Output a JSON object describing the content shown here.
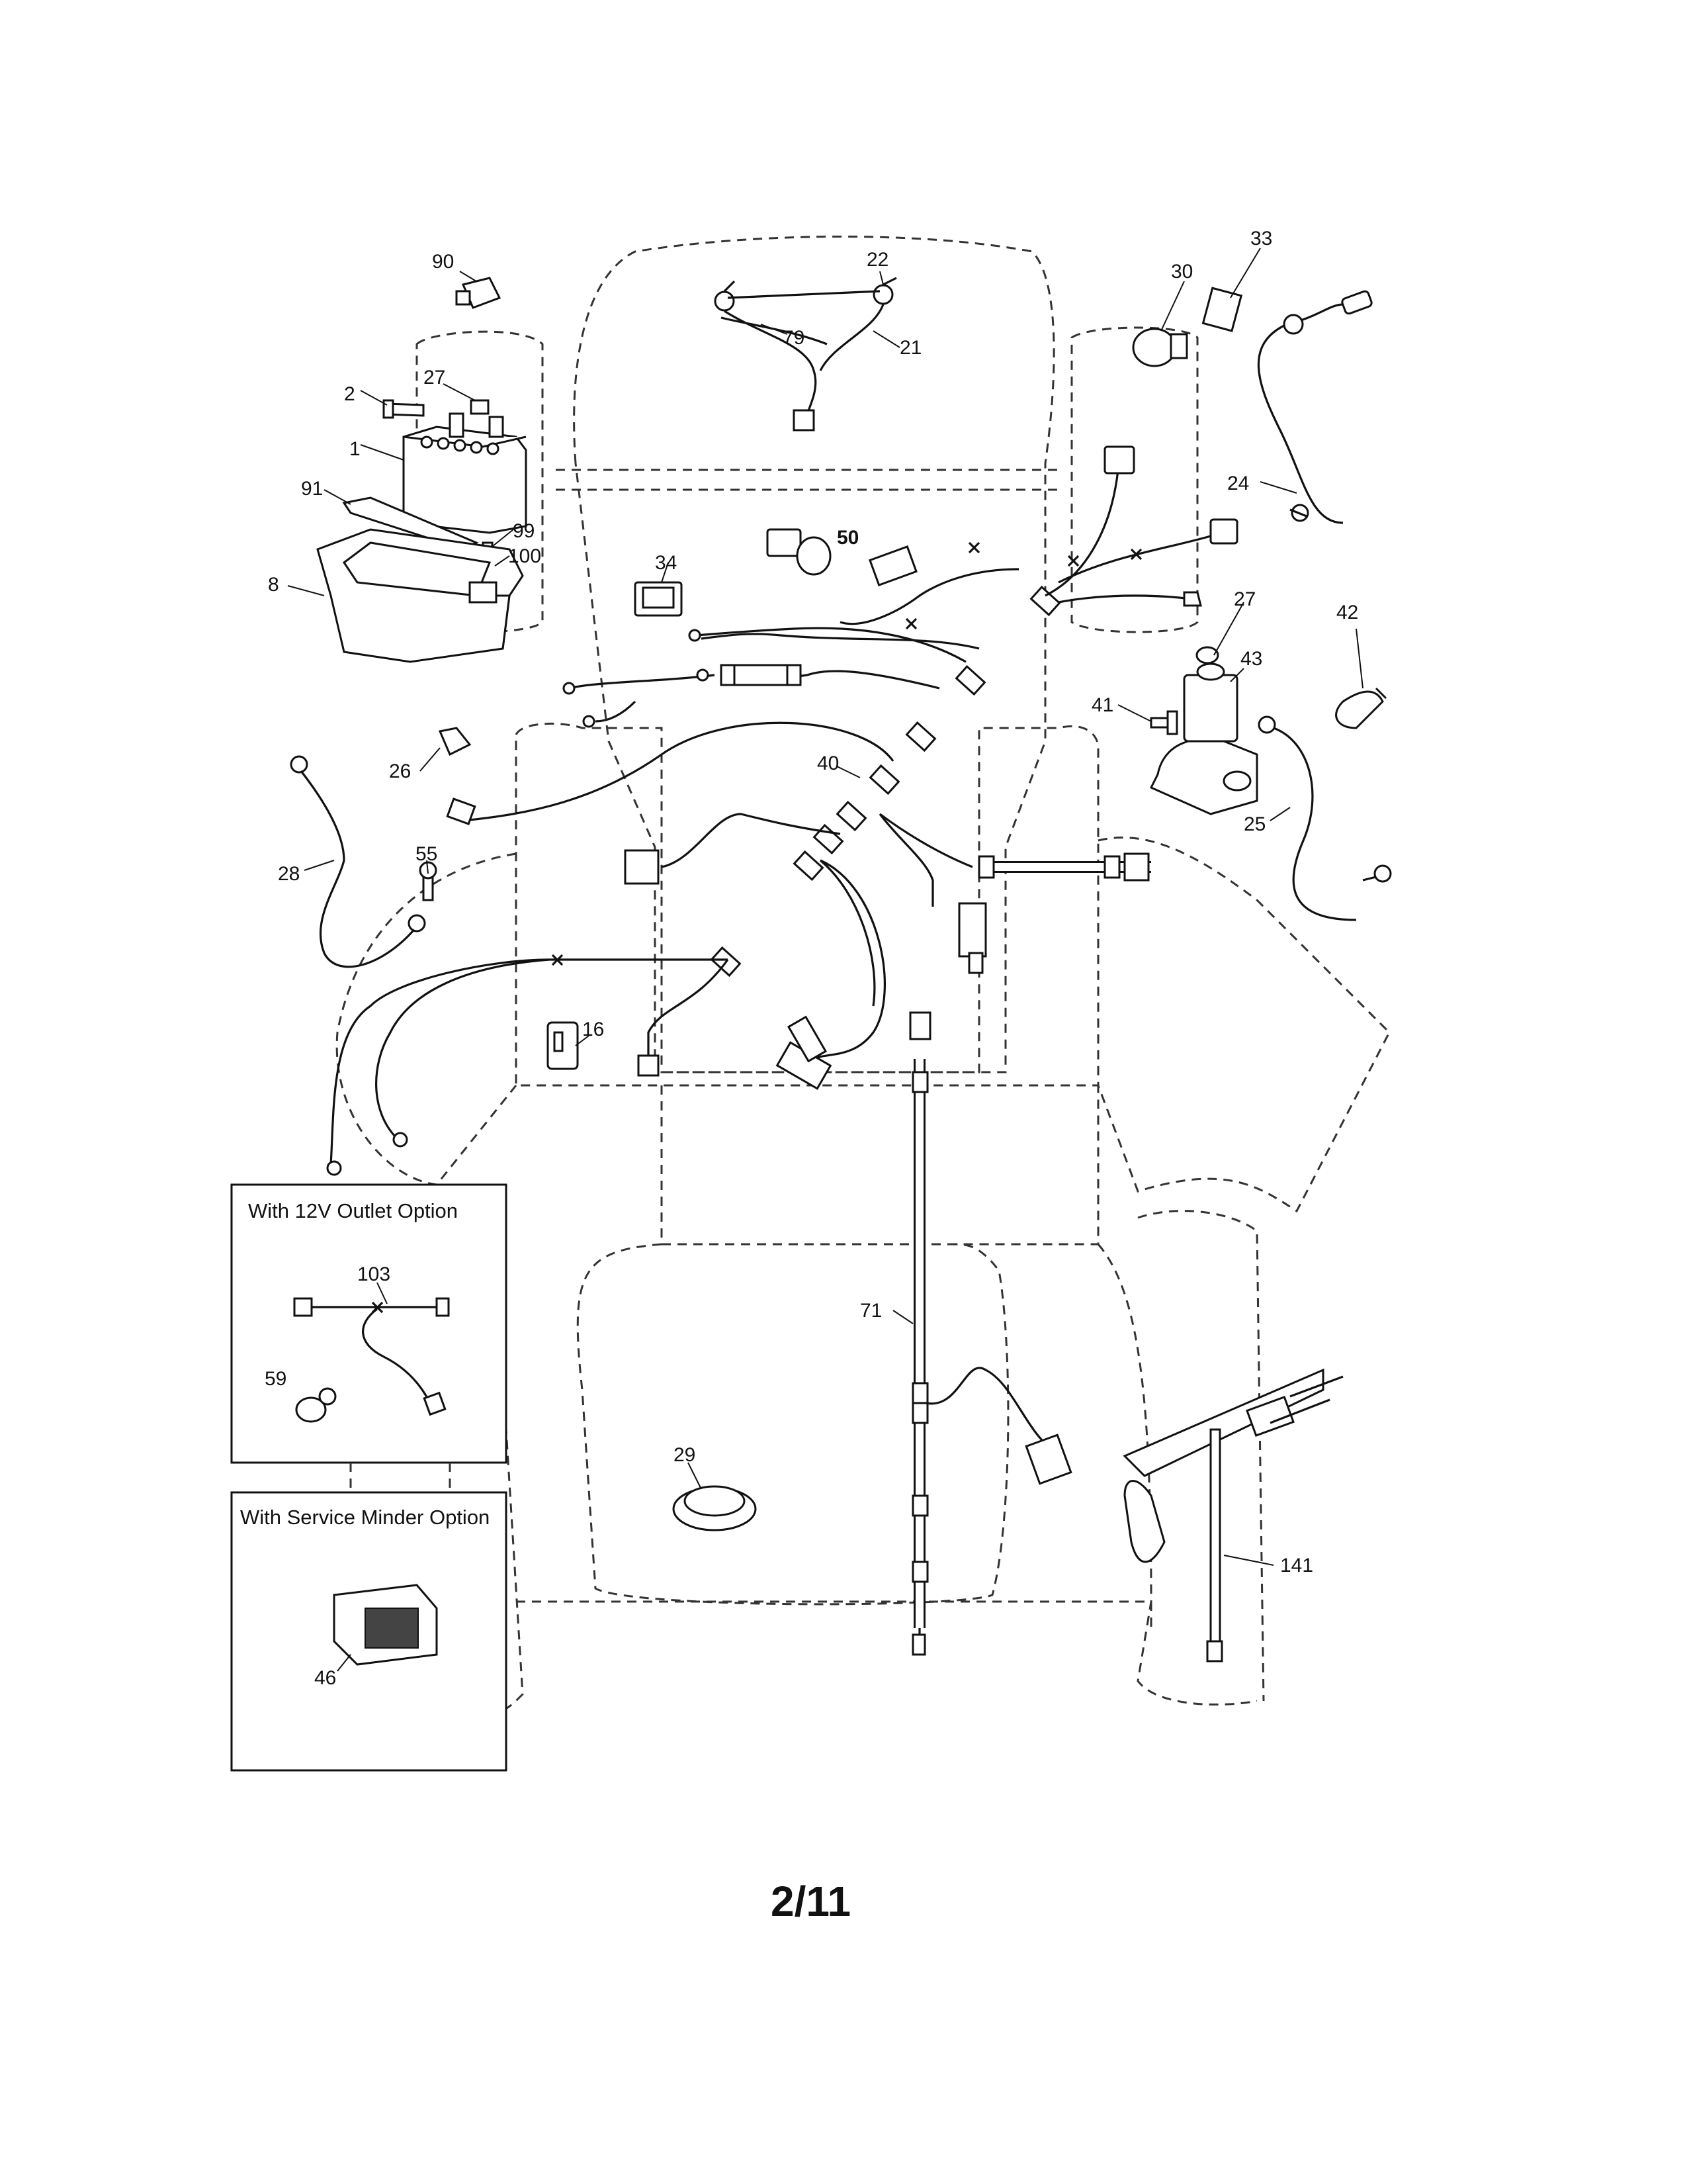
{
  "colors": {
    "ink": "#111111",
    "background": "#ffffff",
    "dashed_outline": "#333333"
  },
  "option_boxes": {
    "outlet": {
      "title": "With 12V Outlet Option"
    },
    "service": {
      "title": "With Service Minder Option"
    }
  },
  "callouts": {
    "c90": "90",
    "c22": "22",
    "c79": "79",
    "c21": "21",
    "c30": "30",
    "c33": "33",
    "c2": "2",
    "c27a": "27",
    "c1": "1",
    "c91": "91",
    "c99": "99",
    "c100": "100",
    "c8": "8",
    "c24": "24",
    "c34": "34",
    "c50": "50",
    "c27b": "27",
    "c42": "42",
    "c43": "43",
    "c41": "41",
    "c25": "25",
    "c26": "26",
    "c40": "40",
    "c28": "28",
    "c55": "55",
    "c16": "16",
    "c103": "103",
    "c59": "59",
    "c71": "71",
    "c29": "29",
    "c46": "46",
    "c141": "141"
  },
  "page_number": "2/11"
}
